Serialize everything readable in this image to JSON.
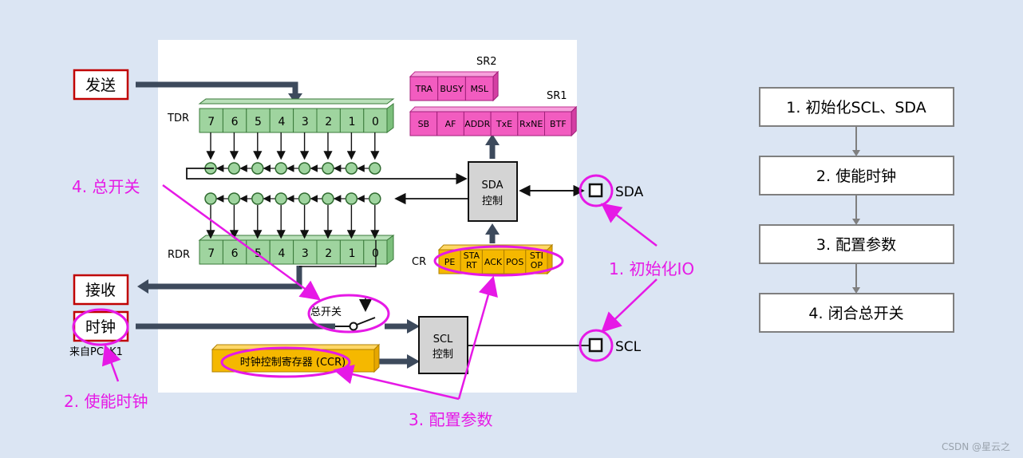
{
  "diagram": {
    "send_label": "发送",
    "receive_label": "接收",
    "clock_label": "时钟",
    "clock_source": "来自PCLK1",
    "tdr_label": "TDR",
    "rdr_label": "RDR",
    "cr_label": "CR",
    "sr2_label": "SR2",
    "sr1_label": "SR1",
    "bits": [
      "7",
      "6",
      "5",
      "4",
      "3",
      "2",
      "1",
      "0"
    ],
    "sr2_bits": [
      "TRA",
      "BUSY",
      "MSL"
    ],
    "sr1_bits": [
      "SB",
      "AF",
      "ADDR",
      "TxE",
      "RxNE",
      "BTF"
    ],
    "cr_bits": [
      [
        "PE"
      ],
      [
        "STA",
        "RT"
      ],
      [
        "ACK"
      ],
      [
        "POS"
      ],
      [
        "STI",
        "OP"
      ]
    ],
    "sda_ctrl": [
      "SDA",
      "控制"
    ],
    "scl_ctrl": [
      "SCL",
      "控制"
    ],
    "sda_pin": "SDA",
    "scl_pin": "SCL",
    "switch_label": "总开关",
    "ccr_label": "时钟控制寄存器 (CCR)"
  },
  "annotations": {
    "a1": "1. 初始化IO",
    "a2": "2. 使能时钟",
    "a3": "3. 配置参数",
    "a4": "4. 总开关"
  },
  "steps": [
    "1.  初始化SCL、SDA",
    "2.  使能时钟",
    "3.  配置参数",
    "4.  闭合总开关"
  ],
  "watermark": "CSDN @星云之",
  "colors": {
    "background": "#dbe5f3",
    "register_green": "#9fd49f",
    "status_pink": "#f25cc0",
    "control_orange": "#f5b800",
    "annotation_magenta": "#e619e6",
    "dark_arrow": "#3d4a5c",
    "step_border": "#7f7f7f"
  }
}
